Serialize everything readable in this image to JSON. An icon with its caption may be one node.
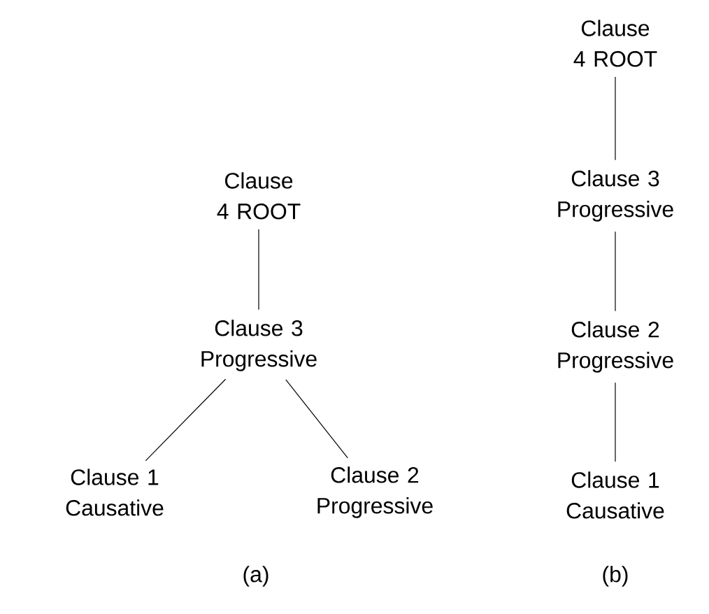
{
  "diagram": {
    "nodes": [
      {
        "text": [
          "Clause 4 ROOT"
        ]
      },
      {
        "text": [
          "Clause 3 Progressive"
        ]
      },
      {
        "text": [
          "Clause 1 Causative"
        ]
      },
      {
        "text": [
          "Clause 2 Progressive"
        ]
      },
      {
        "text": [
          "Clause 4 ROOT"
        ]
      },
      {
        "text": [
          "Clause 3 Progressive"
        ]
      },
      {
        "text": [
          "Clause 2 Progressive"
        ]
      },
      {
        "text": [
          "Clause 1 Causative"
        ]
      }
    ],
    "edges": [
      {
        "from": 0,
        "to": 1,
        "arrow": "none"
      },
      {
        "from": 1,
        "to": 2,
        "arrow": "none"
      },
      {
        "from": 1,
        "to": 3,
        "arrow": "none"
      },
      {
        "from": 4,
        "to": 5,
        "arrow": "none"
      },
      {
        "from": 5,
        "to": 6,
        "arrow": "none"
      },
      {
        "from": 6,
        "to": 7,
        "arrow": "none"
      }
    ],
    "labels": [
      "(a)",
      "(b)"
    ]
  }
}
